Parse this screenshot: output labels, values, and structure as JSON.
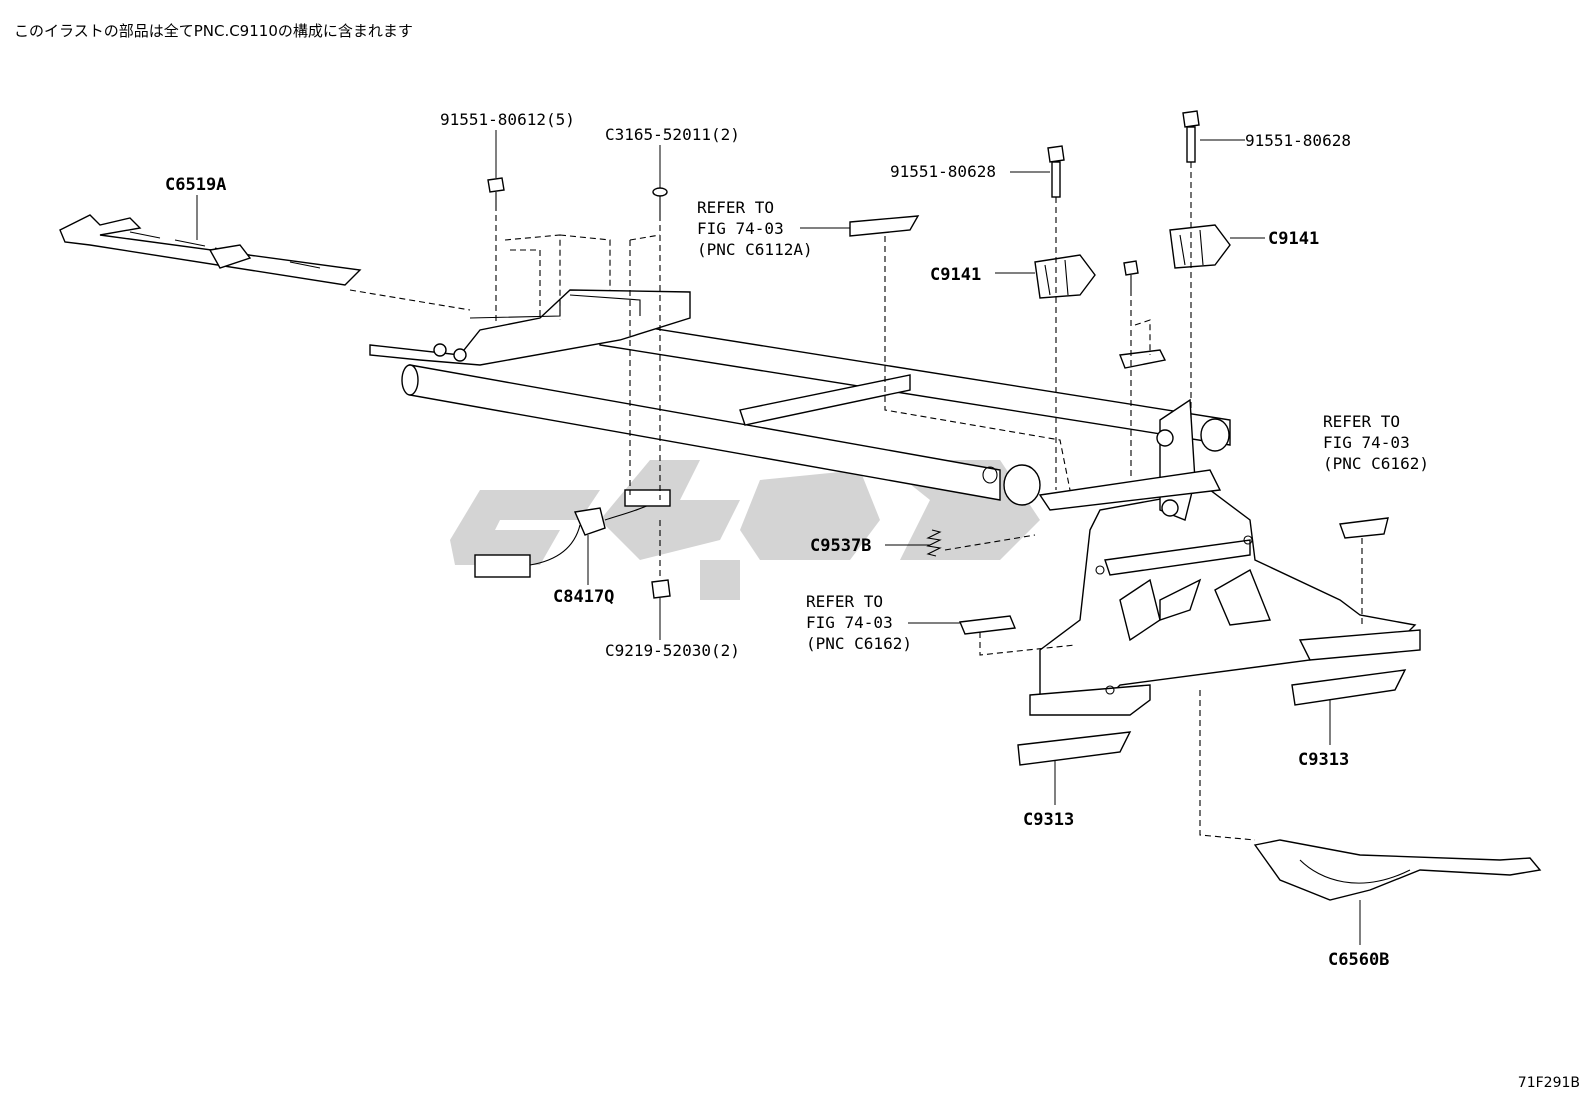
{
  "header_note": "このイラストの部品は全てPNC.C9110の構成に含まれます",
  "figure_id": "71F291B",
  "callouts": {
    "c6519a": "C6519A",
    "bolt_left": "91551-80612(5)",
    "c3165": "C3165-52011(2)",
    "ref1_line1": "REFER TO",
    "ref1_line2": "FIG 74-03",
    "ref1_line3": "(PNC C6112A)",
    "bolt_mid": "91551-80628",
    "bolt_right": "91551-80628",
    "c9141_left": "C9141",
    "c9141_right": "C9141",
    "ref2_line1": "REFER TO",
    "ref2_line2": "FIG 74-03",
    "ref2_line3": "(PNC C6162)",
    "c9537b": "C9537B",
    "ref3_line1": "REFER TO",
    "ref3_line2": "FIG 74-03",
    "ref3_line3": "(PNC C6162)",
    "c8417q": "C8417Q",
    "c9219": "C9219-52030(2)",
    "c9313_left": "C9313",
    "c9313_right": "C9313",
    "c6560b": "C6560B"
  }
}
